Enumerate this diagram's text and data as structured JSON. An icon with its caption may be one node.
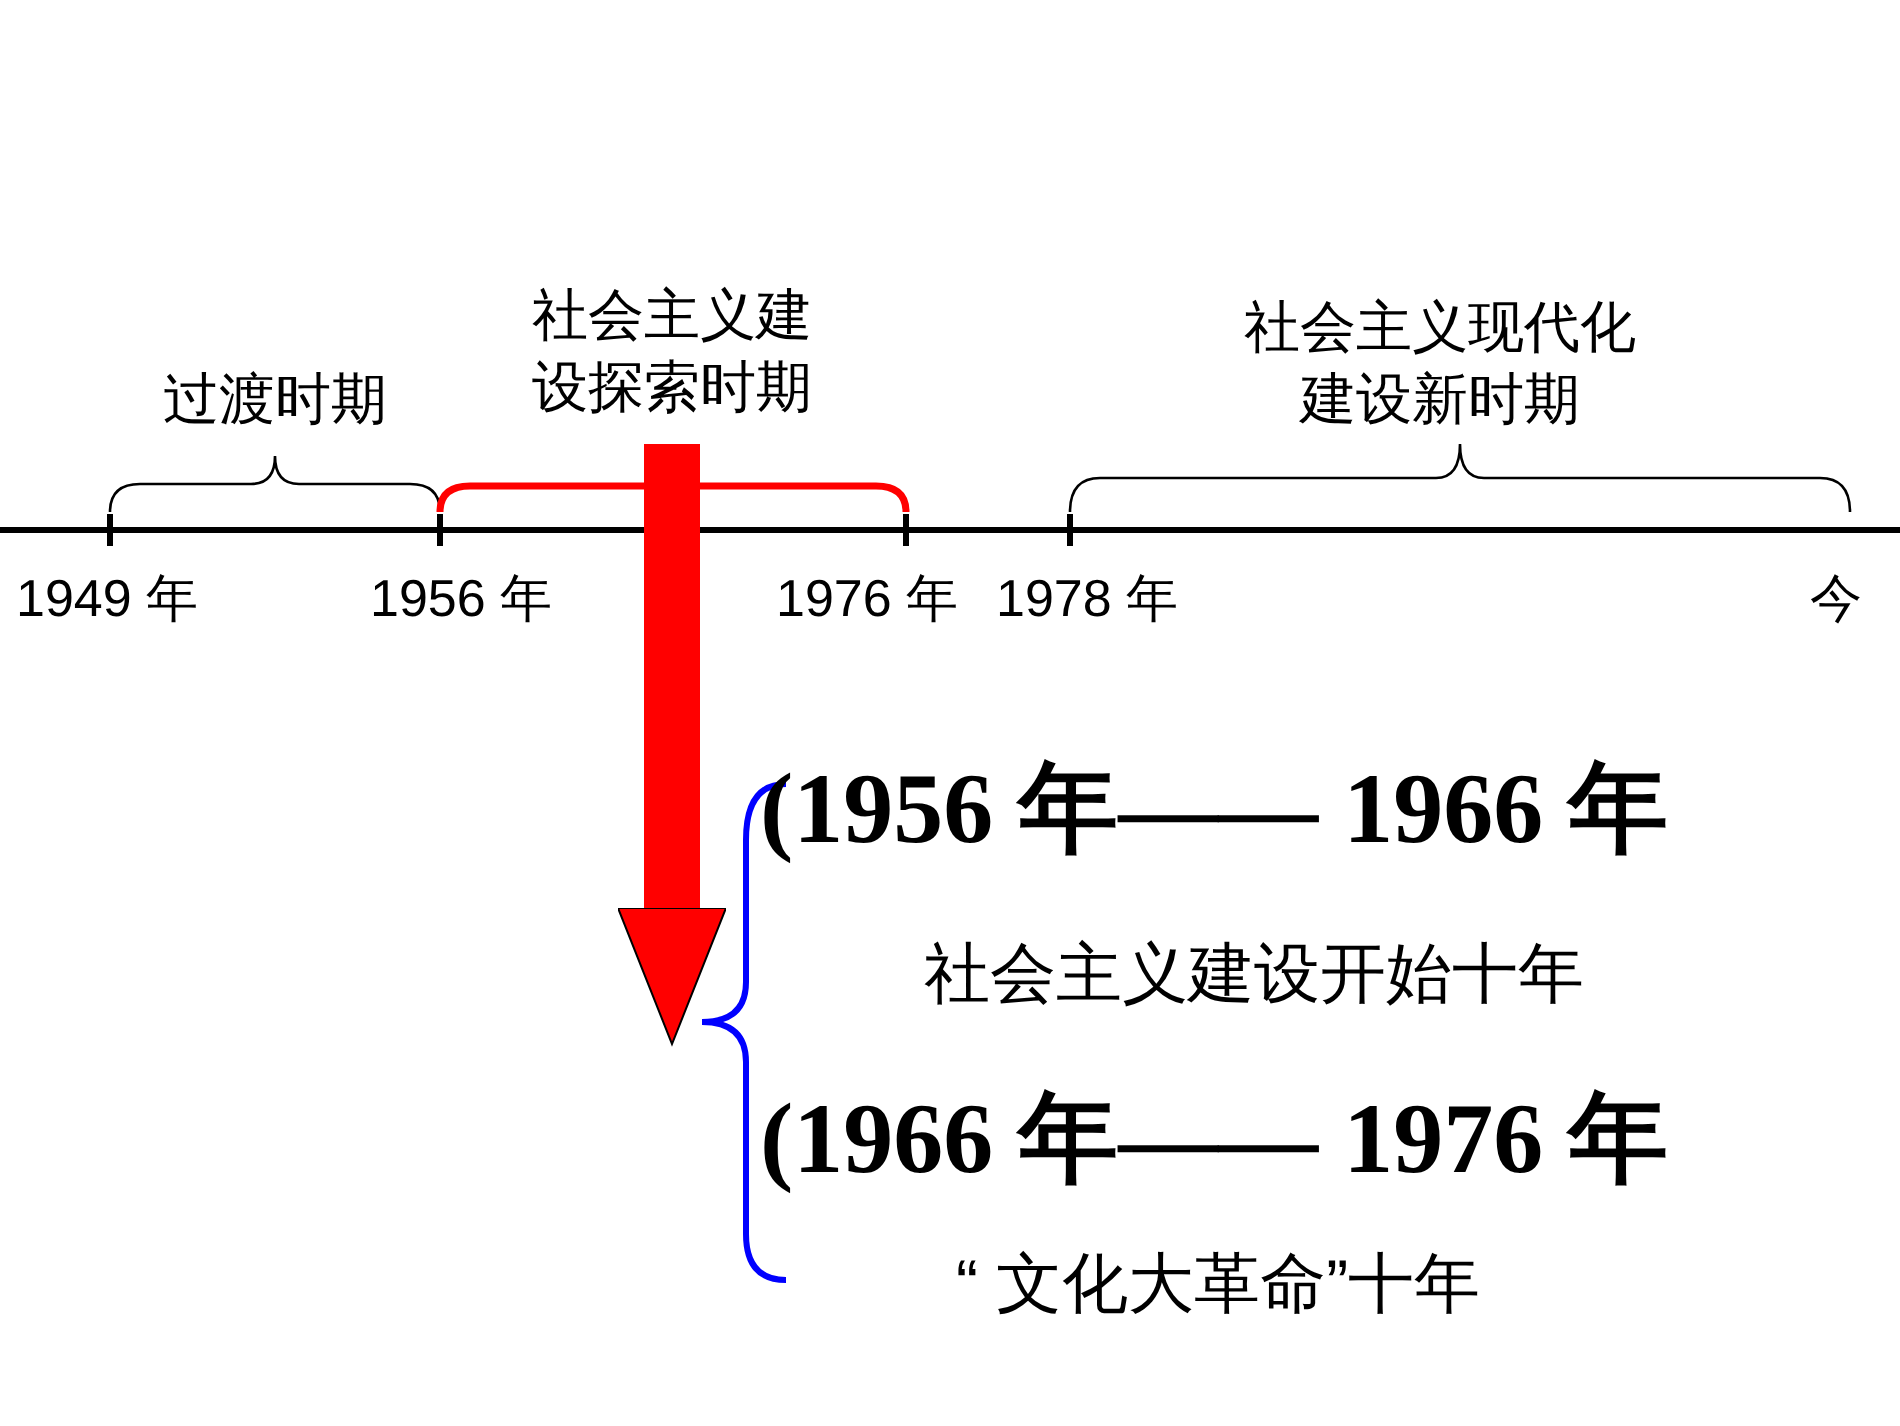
{
  "diagram": {
    "nodes": [
      {
        "text": [
          "过渡时期"
        ]
      },
      {
        "text": [
          "社会主义建设探索时期"
        ]
      },
      {
        "text": [
          "社会主义现代化建设新时期"
        ]
      },
      {
        "text": [],
        "shape": "brace"
      },
      {
        "text": [
          "(1956 年—— 1966 年",
          "社会主义建设开始十年"
        ]
      },
      {
        "text": [
          "(1966 年—— 1976 年",
          "“ 文化大革命”十年"
        ]
      }
    ],
    "edges": [
      {
        "from": 1,
        "to": 3,
        "arrow": "to",
        "color": "#ff0000"
      }
    ],
    "labels": [
      "1949 年",
      "1956 年",
      "1976 年",
      "1978 年",
      "今"
    ]
  }
}
